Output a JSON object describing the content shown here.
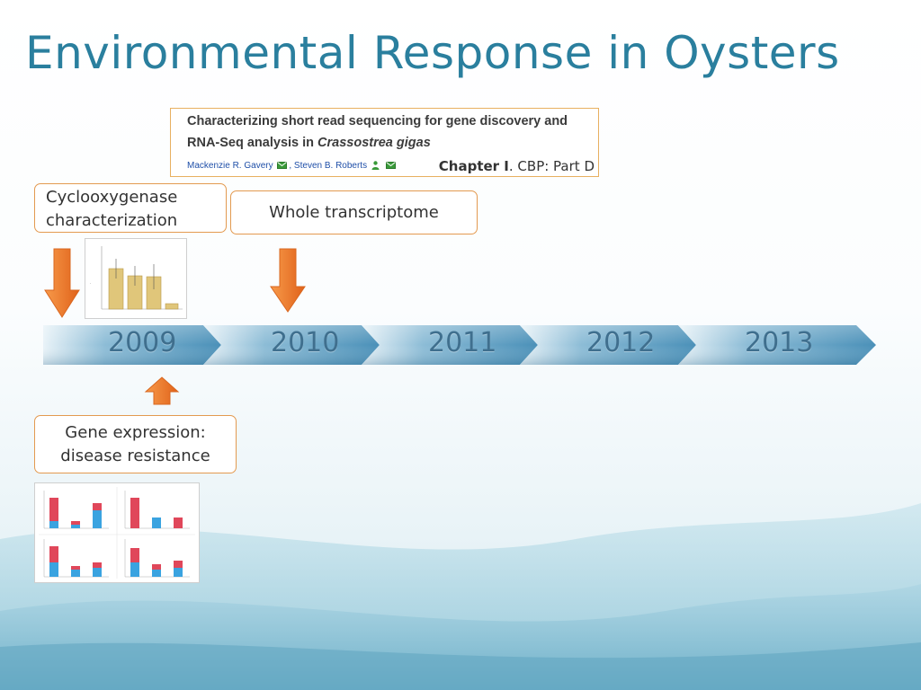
{
  "slide": {
    "title": "Environmental Response in Oysters"
  },
  "paper": {
    "title_line1": "Characterizing short read sequencing for gene discovery and",
    "title_line2_prefix": "RNA-Seq analysis in ",
    "title_line2_italic": "Crassostrea gigas",
    "author1": "Mackenzie R. Gavery",
    "author2": ", Steven B. Roberts",
    "chapter_bold": "Chapter I",
    "chapter_rest": ". CBP: Part D"
  },
  "callouts": {
    "cox_line1": "Cyclooxygenase",
    "cox_line2": "characterization",
    "transcriptome": "Whole transcriptome",
    "gene_line1": "Gene expression:",
    "gene_line2": "disease resistance"
  },
  "timeline": {
    "years": [
      "2009",
      "2010",
      "2011",
      "2012",
      "2013"
    ]
  },
  "colors": {
    "title": "#2a7f9e",
    "arrow_orange": "#f07a2a",
    "callout_border": "#e39a50",
    "timeline_blue": "#4a90b8"
  },
  "icons": [
    "email-icon",
    "person-icon",
    "down-arrow-icon",
    "up-arrow-icon"
  ]
}
